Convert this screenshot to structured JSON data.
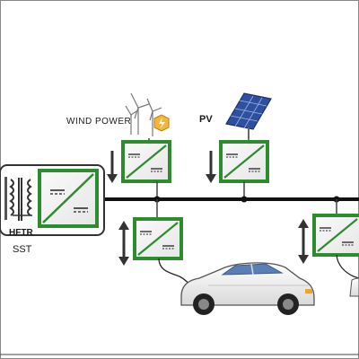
{
  "labels": {
    "wind_power": "WIND POWER",
    "pv": "PV",
    "hftr": "HFTR",
    "sst": "SST"
  },
  "colors": {
    "converter_green": "#2e8b2e",
    "converter_border": "#7a7a7a",
    "bus_line": "#111111",
    "panel_blue": "#2f4f9f",
    "car_body": "#f2f2f2"
  },
  "icons": [
    "wind-turbine-icon",
    "solar-panel-icon",
    "electric-car-icon",
    "transformer-icon",
    "power-flow-arrow-icon"
  ]
}
